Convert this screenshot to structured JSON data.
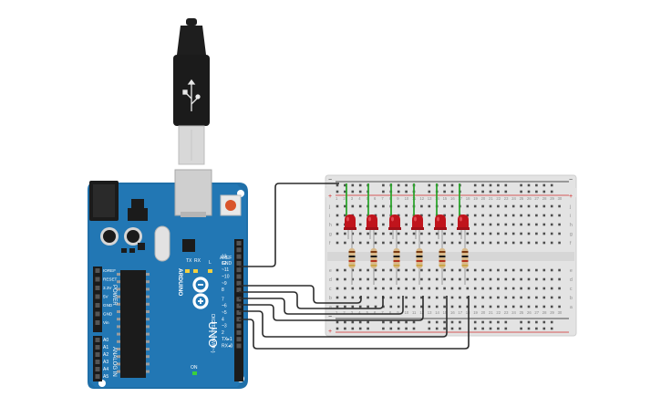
{
  "arduino": {
    "brand": "ARDUINO",
    "model": "UNO",
    "power_label": "POWER",
    "analog_label": "ANALOG IN",
    "digital_label": "DIGITAL (PWM~)",
    "on_label": "ON",
    "tx_label": "TX",
    "rx_label": "RX",
    "l_label": "L",
    "aref_label": "AREF",
    "gnd_label": "GND",
    "digital_pins": [
      "13",
      "12",
      "~11",
      "~10",
      "~9",
      "8",
      "7",
      "~6",
      "~5",
      "4",
      "~3",
      "2",
      "TX▸1",
      "RX◂0"
    ],
    "power_pins": [
      "IOREF",
      "RESET",
      "3.3V",
      "5V",
      "GND",
      "GND",
      "Vin"
    ],
    "analog_pins": [
      "A0",
      "A1",
      "A2",
      "A3",
      "A4",
      "A5"
    ]
  },
  "breadboard": {
    "row_letters_top": [
      "j",
      "i",
      "h",
      "g",
      "f"
    ],
    "row_letters_bottom": [
      "e",
      "d",
      "c",
      "b",
      "a"
    ],
    "column_numbers": [
      "1",
      "2",
      "3",
      "4",
      "5",
      "6",
      "7",
      "8",
      "9",
      "10",
      "11",
      "12",
      "13",
      "14",
      "15",
      "16",
      "17",
      "18",
      "19",
      "20",
      "21",
      "22",
      "23",
      "24",
      "25",
      "26",
      "27",
      "28",
      "29",
      "30"
    ],
    "rail_minus": "−",
    "rail_plus": "+"
  },
  "leds": {
    "count": 6,
    "color": "#c0141c"
  },
  "wire_color": "#2b2b2b",
  "led_lead_color": "#2ea52e"
}
